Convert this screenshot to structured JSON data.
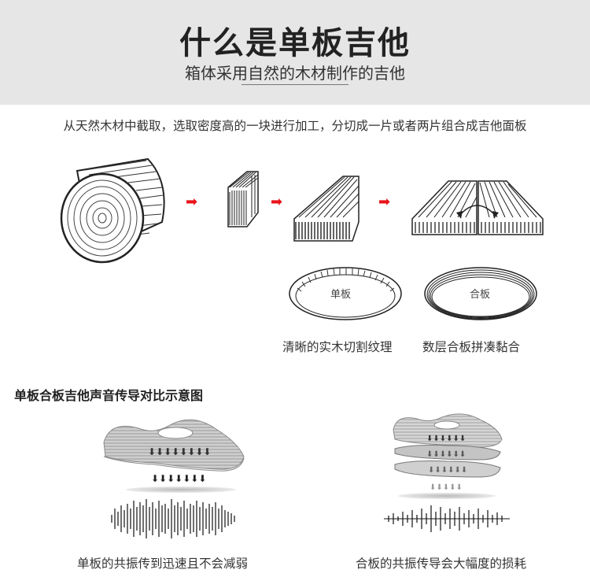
{
  "header": {
    "title": "什么是单板吉他",
    "subtitle": "箱体采用自然的木材制作的吉他"
  },
  "intro": "从天然木材中截取，选取密度高的一块进行加工，分切成一片或者两片组合成吉他面板",
  "process": {
    "arrow_color": "#e8141b",
    "steps": [
      "log-icon",
      "wood-block-icon",
      "cut-plank-icon",
      "split-planks-icon"
    ]
  },
  "boards": {
    "solid_label": "单板",
    "laminate_label": "合板",
    "solid_caption": "清晰的实木切割纹理",
    "laminate_caption": "数层合板拼凑黏合"
  },
  "comparison": {
    "section_title": "单板合板吉他声音传导对比示意图",
    "solid_caption": "单板的共振传到迅速且不会减弱",
    "laminate_caption": "合板的共振传导会大幅度的损耗"
  }
}
